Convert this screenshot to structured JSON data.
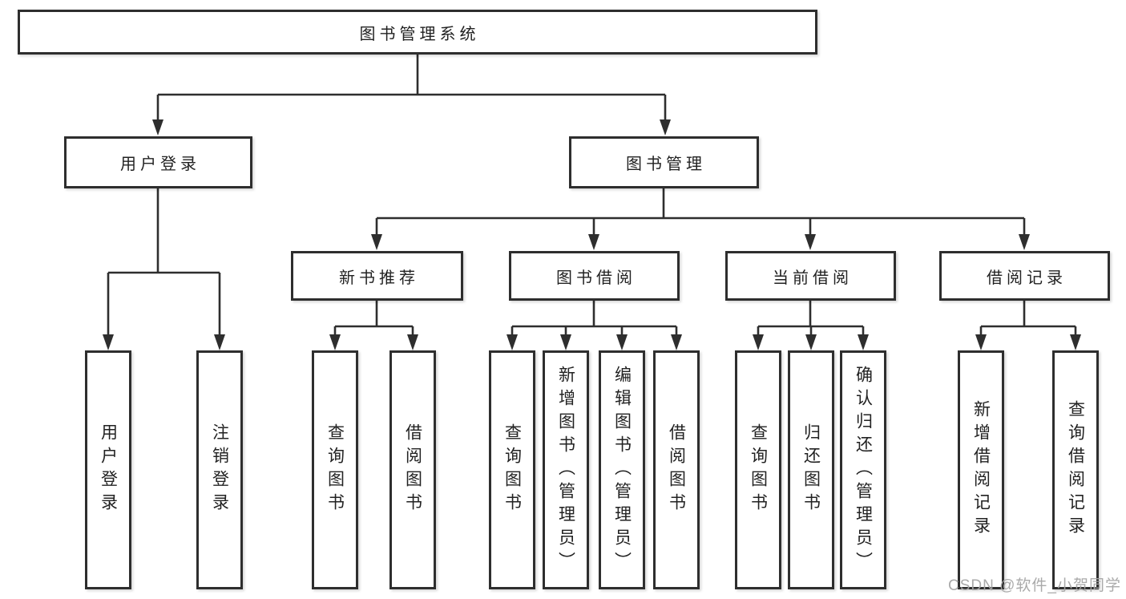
{
  "tree": {
    "root": "图书管理系统",
    "branches": [
      {
        "label": "用户登录",
        "children": [
          "用户登录",
          "注销登录"
        ]
      },
      {
        "label": "图书管理",
        "children": [
          {
            "label": "新书推荐",
            "children": [
              "查询图书",
              "借阅图书"
            ]
          },
          {
            "label": "图书借阅",
            "children": [
              "查询图书",
              "新增图书（管理员）",
              "编辑图书（管理员）",
              "借阅图书"
            ]
          },
          {
            "label": "当前借阅",
            "children": [
              "查询图书",
              "归还图书",
              "确认归还（管理员）"
            ]
          },
          {
            "label": "借阅记录",
            "children": [
              "新增借阅记录",
              "查询借阅记录"
            ]
          }
        ]
      }
    ]
  },
  "watermark": "CSDN @软件_小贺同学",
  "colors": {
    "line": "#2e2e2e",
    "border": "#2e2e2e",
    "text": "#222222",
    "watermark": "#a5a5a5",
    "background": "#ffffff"
  }
}
